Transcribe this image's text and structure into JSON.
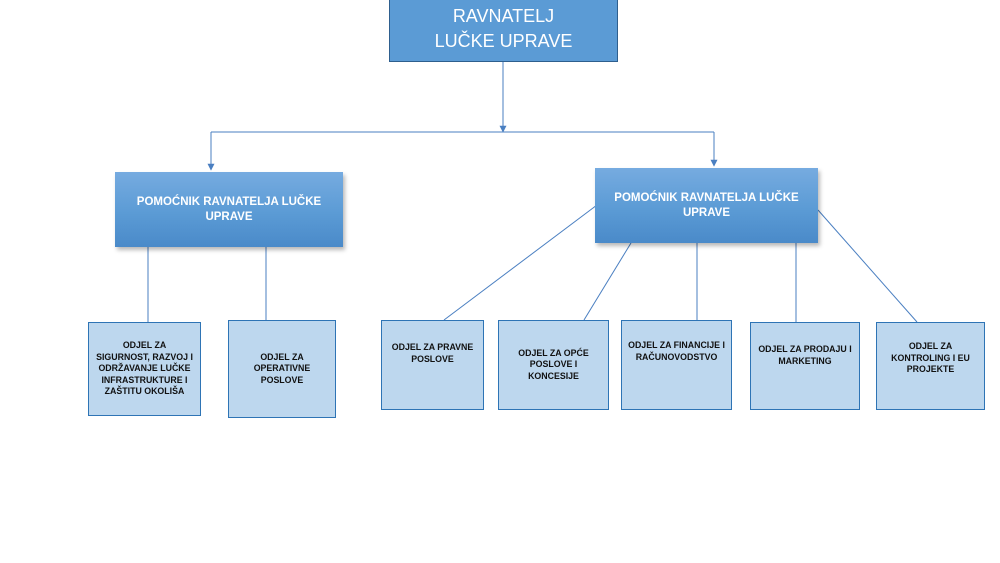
{
  "root": {
    "line1": "RAVNATELJ",
    "line2": "LUČKE UPRAVE"
  },
  "assistants": [
    {
      "label": "POMOĆNIK RAVNATELJA LUČKE UPRAVE"
    },
    {
      "label": "POMOĆNIK RAVNATELJA LUČKE UPRAVE"
    }
  ],
  "departments": [
    {
      "label": "ODJEL ZA SIGURNOST, RAZVOJ I ODRŽAVANJE LUČKE INFRASTRUKTURE I ZAŠTITU OKOLIŠA"
    },
    {
      "label": "ODJEL ZA OPERATIVNE POSLOVE"
    },
    {
      "label": "ODJEL ZA PRAVNE POSLOVE"
    },
    {
      "label": "ODJEL ZA OPĆE POSLOVE I KONCESIJE"
    },
    {
      "label": "ODJEL ZA FINANCIJE I RAČUNOVODSTVO"
    },
    {
      "label": "ODJEL ZA PRODAJU I MARKETING"
    },
    {
      "label": "ODJEL ZA KONTROLING I EU PROJEKTE"
    }
  ],
  "colors": {
    "root_fill": "#5b9bd5",
    "assistant_fill": "#5b9bd5",
    "department_fill": "#bdd7ee",
    "connector": "#4a7fc1"
  }
}
